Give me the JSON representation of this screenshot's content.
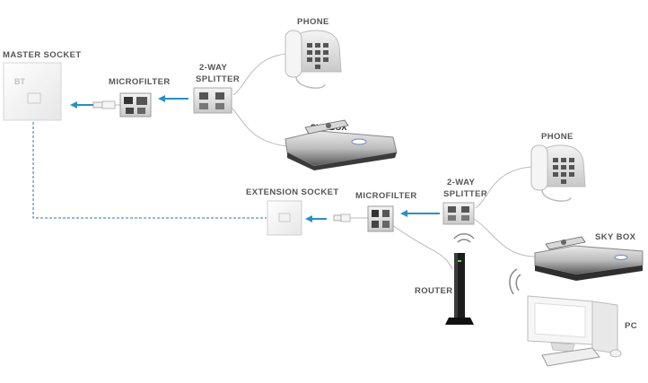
{
  "labels": {
    "master_socket": "MASTER SOCKET",
    "microfilter_top": "MICROFILTER",
    "splitter_top_line1": "2-WAY",
    "splitter_top_line2": "SPLITTER",
    "phone_top": "PHONE",
    "skybox_top_brand": "SKY BOX",
    "extension_socket": "EXTENSION SOCKET",
    "microfilter_bottom": "MICROFILTER",
    "splitter_bottom_line1": "2-WAY",
    "splitter_bottom_line2": "SPLITTER",
    "phone_bottom": "PHONE",
    "skybox_bottom": "SKY BOX",
    "router": "ROUTER",
    "pc": "PC",
    "socket_logo": "BT"
  },
  "colors": {
    "arrow": "#2a8fc4",
    "cable": "#bbbbbb",
    "dashed_line": "#3a6fb0",
    "label": "#555555"
  },
  "icons": {
    "phone": "desk-telephone-icon",
    "skybox": "set-top-box-icon",
    "router": "router-icon",
    "pc": "desktop-computer-icon",
    "wifi": "wifi-signal-icon",
    "socket": "wall-socket-icon",
    "microfilter": "microfilter-icon",
    "splitter": "splitter-icon"
  }
}
